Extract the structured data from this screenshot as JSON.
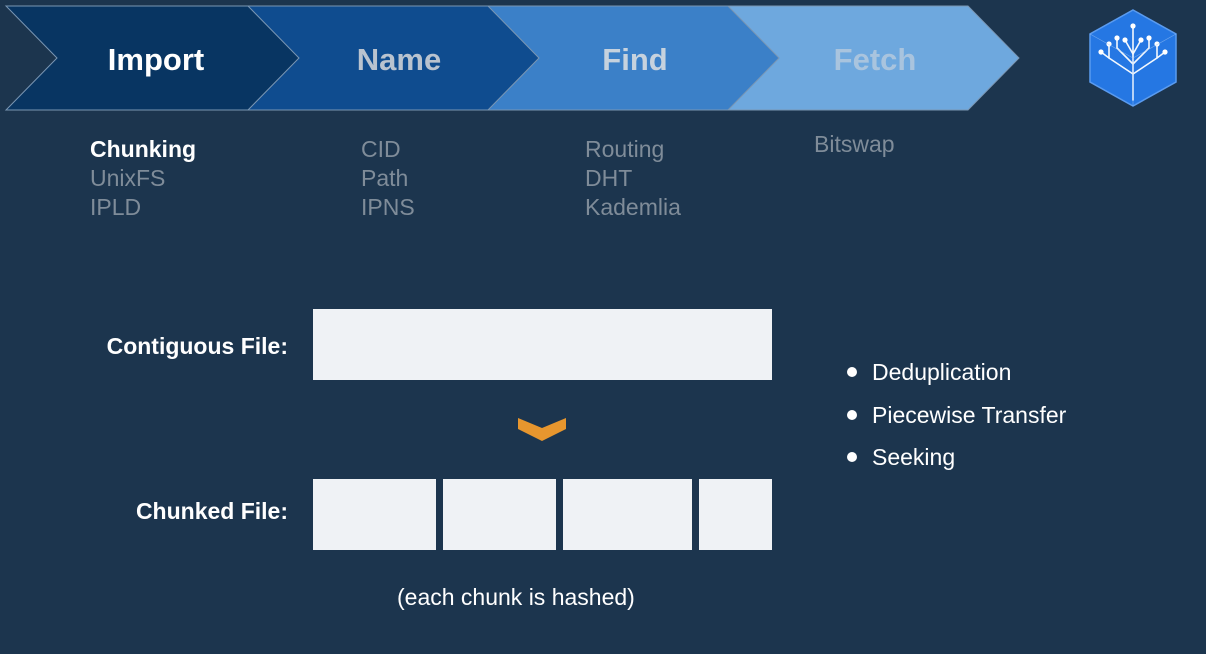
{
  "pipeline": {
    "steps": [
      {
        "label": "Import",
        "fill": "#083562",
        "text_color": "#ffffff"
      },
      {
        "label": "Name",
        "fill": "#0f4c8f",
        "text_color": "#b9c3cf"
      },
      {
        "label": "Find",
        "fill": "#3b80c8",
        "text_color": "#c6d2de"
      },
      {
        "label": "Fetch",
        "fill": "#6ea8de",
        "text_color": "#a9c4de"
      }
    ]
  },
  "sublists": [
    {
      "items": [
        "Chunking",
        "UnixFS",
        "IPLD"
      ],
      "active_index": 0
    },
    {
      "items": [
        "CID",
        "Path",
        "IPNS"
      ]
    },
    {
      "items": [
        "Routing",
        "DHT",
        "Kademlia"
      ]
    },
    {
      "items": [
        "Bitswap"
      ]
    }
  ],
  "diagram": {
    "contiguous_label": "Contiguous File:",
    "chunked_label": "Chunked File:",
    "arrow_color": "#e7962e",
    "caption": "(each chunk is hashed)"
  },
  "benefits": [
    "Deduplication",
    "Piecewise Transfer",
    "Seeking"
  ],
  "logo": {
    "icon": "ipfs-tree-hexagon-icon",
    "color": "#2577e3"
  }
}
